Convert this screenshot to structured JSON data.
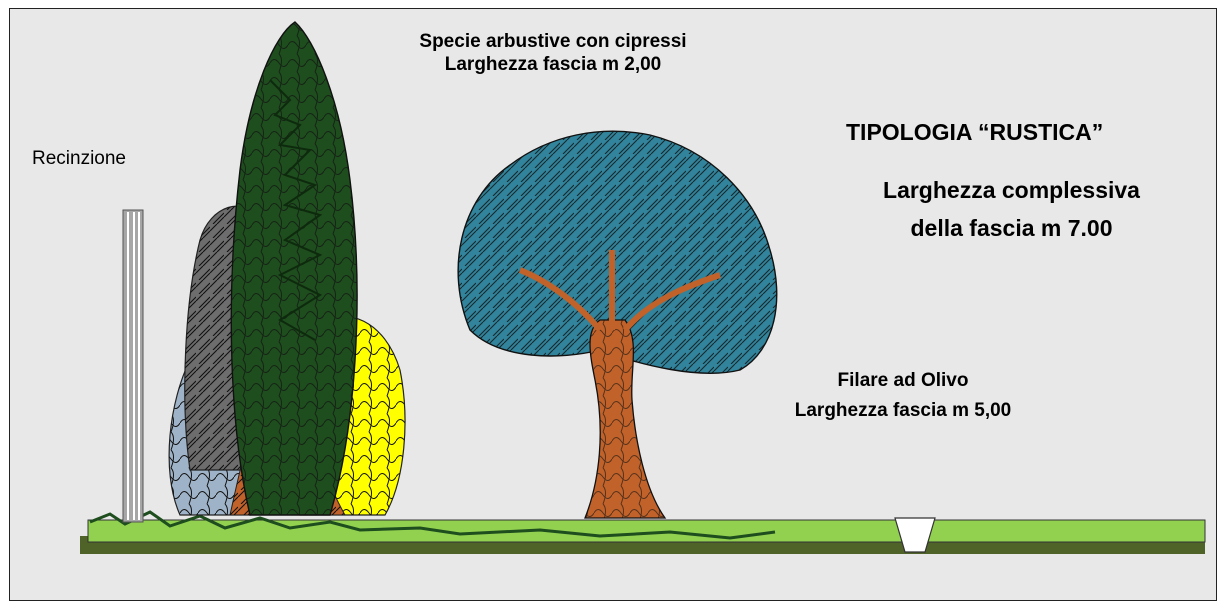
{
  "labels": {
    "fence": "Recinzione",
    "shrubs_line1": "Specie arbustive con cipressi",
    "shrubs_line2": "Larghezza fascia m 2,00",
    "type_title": "TIPOLOGIA “RUSTICA”",
    "total_line1": "Larghezza complessiva",
    "total_line2": "della fascia m 7.00",
    "olive_line1": "Filare ad Olivo",
    "olive_line2": "Larghezza fascia m 5,00"
  },
  "colors": {
    "background": "#e8e8e8",
    "grass": "#92d050",
    "ground_shadow": "#4f6228",
    "cypress": "#1e4d1e",
    "olive_canopy": "#31849b",
    "trunk": "#c0622a",
    "yellow_shrub": "#ffff00",
    "grey_shrub": "#6d6d6d",
    "blue_grey_shrub": "#9fb3c8",
    "fence_post": "#a6a6a6"
  }
}
